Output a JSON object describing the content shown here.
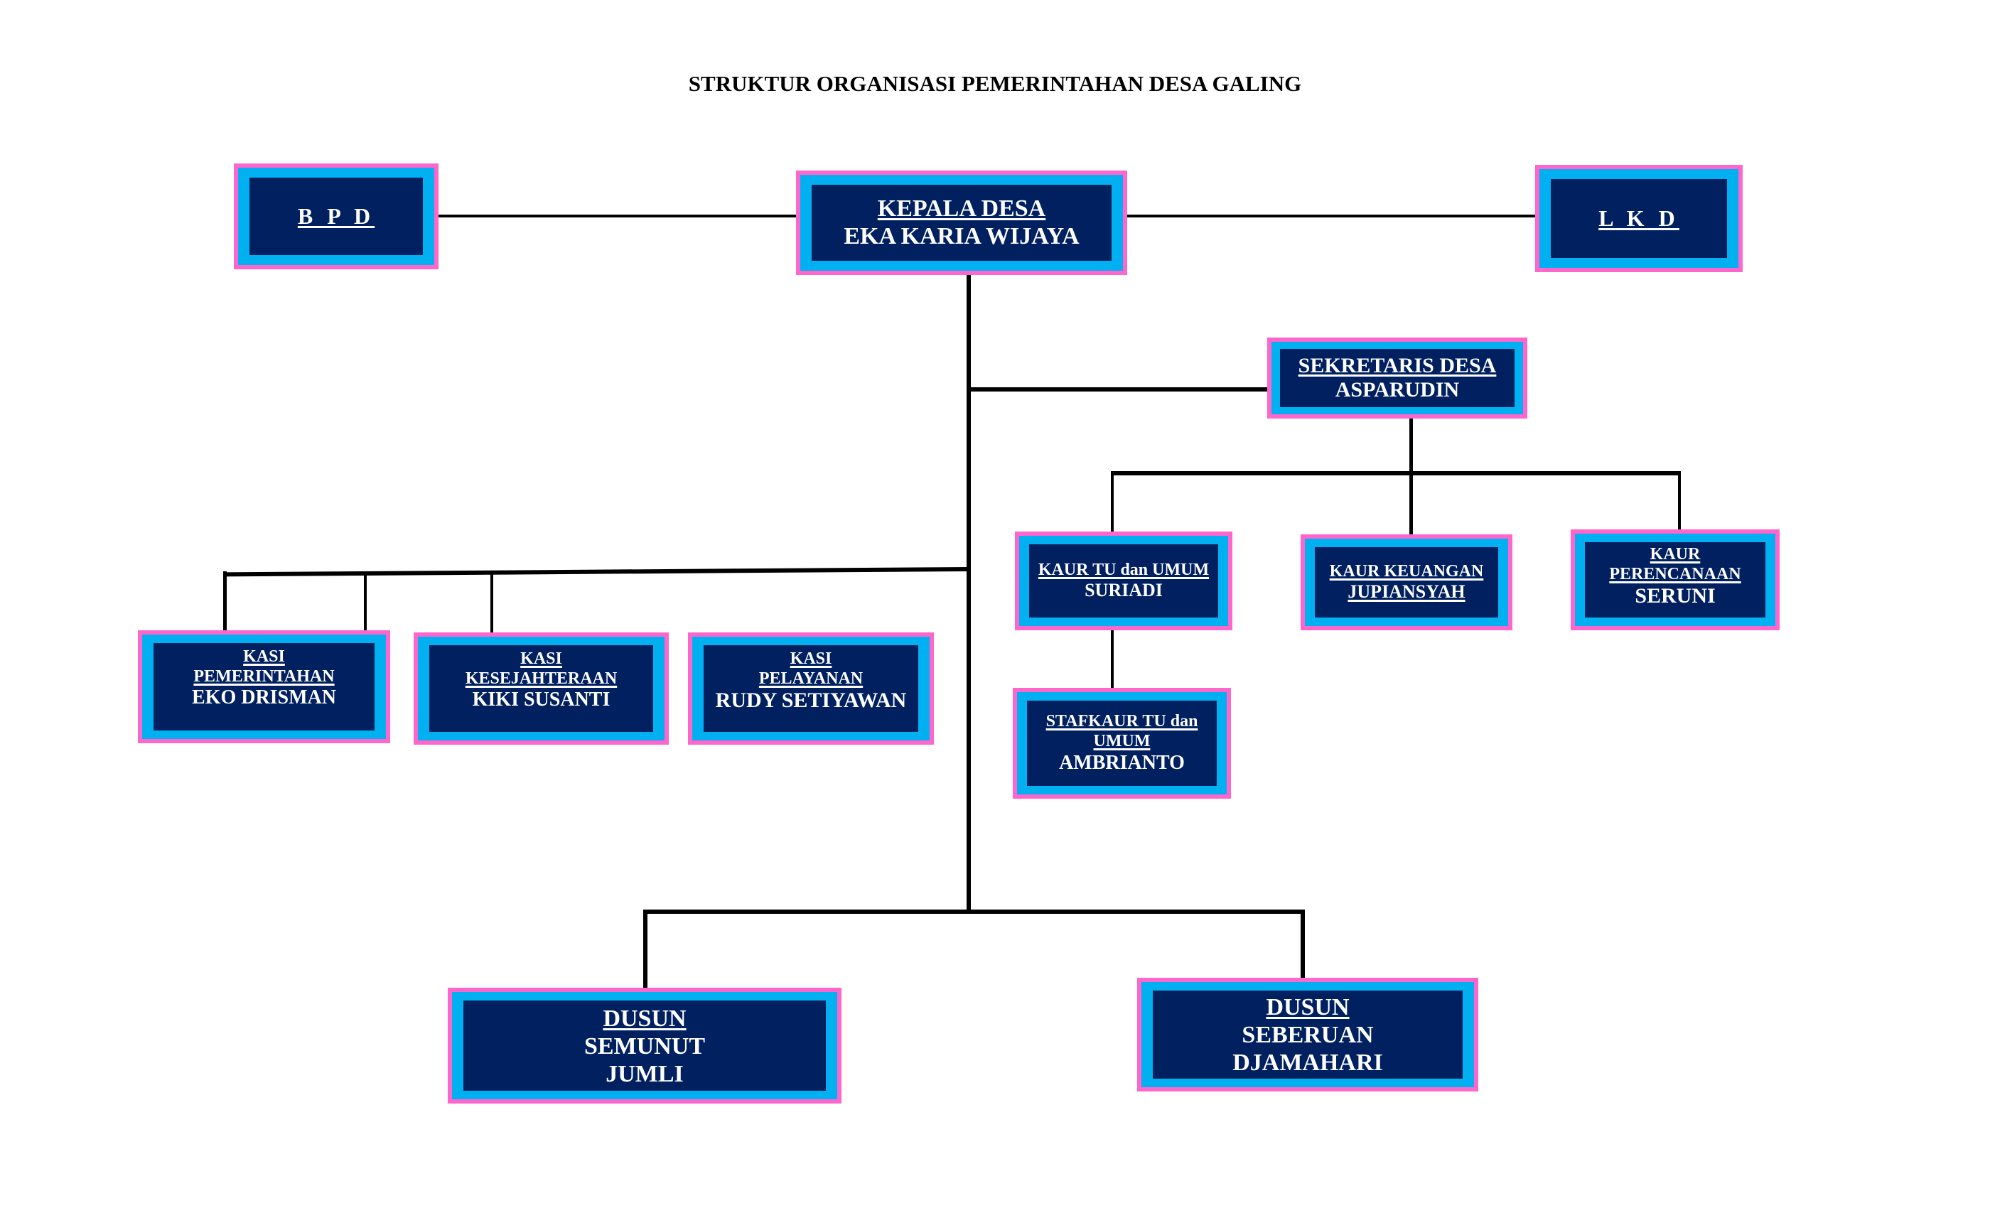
{
  "title": "STRUKTUR ORGANISASI PEMERINTAHAN DESA GALING",
  "colors": {
    "outer_border": "#FF66CC",
    "inner_border": "#00B0F0",
    "box_fill": "#002060",
    "text": "#FFFFFF",
    "connector": "#000000"
  },
  "nodes": {
    "bpd": {
      "title": "B P D"
    },
    "kepala_desa": {
      "title": "KEPALA DESA",
      "name": "EKA KARIA WIJAYA"
    },
    "lkd": {
      "title": "L K D"
    },
    "sekretaris": {
      "title": "SEKRETARIS DESA",
      "name": "ASPARUDIN"
    },
    "kaur_tu": {
      "title": "KAUR TU dan UMUM",
      "name": "SURIADI"
    },
    "kaur_keuangan": {
      "title": "KAUR KEUANGAN",
      "name": "JUPIANSYAH"
    },
    "kaur_perencanaan": {
      "title_line1": "KAUR",
      "title_line2": "PERENCANAAN",
      "name": "SERUNI"
    },
    "staf_kaur_tu": {
      "title_line1": "STAFKAUR TU dan",
      "title_line2": "UMUM",
      "name": "AMBRIANTO"
    },
    "kasi_pemerintahan": {
      "title_line1": "KASI",
      "title_line2": "PEMERINTAHAN",
      "name": "EKO DRISMAN"
    },
    "kasi_kesejahteraan": {
      "title_line1": "KASI",
      "title_line2": "KESEJAHTERAAN",
      "name": "KIKI SUSANTI"
    },
    "kasi_pelayanan": {
      "title_line1": "KASI",
      "title_line2": "PELAYANAN",
      "name": "RUDY SETIYAWAN"
    },
    "dusun_semunut": {
      "title": "DUSUN",
      "line2": "SEMUNUT",
      "name": "JUMLI"
    },
    "dusun_seberuan": {
      "title": "DUSUN",
      "line2": "SEBERUAN",
      "name": "DJAMAHARI"
    }
  }
}
